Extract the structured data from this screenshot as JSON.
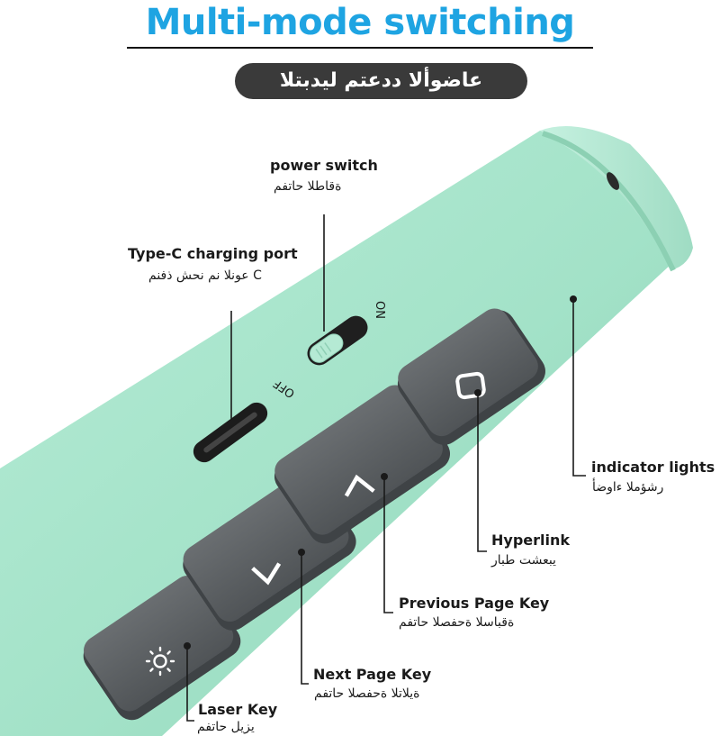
{
  "title": "Multi-mode switching",
  "subtitle": "عاضوألا ددعتم ليدبتلا",
  "switch_labels": {
    "on": "ON",
    "off": "OFF"
  },
  "callouts": {
    "power_switch": {
      "en": "power switch",
      "ar": "ةقاطلا حاتفم"
    },
    "charging_port": {
      "en": "Type-C charging port",
      "ar": "C عونلا نم نحش ذفنم"
    },
    "indicator_lights": {
      "en": "indicator lights",
      "ar": "رشؤملا ءاوضأ"
    },
    "hyperlink": {
      "en": "Hyperlink",
      "ar": "يبعشت طبار"
    },
    "previous_page": {
      "en": "Previous Page Key",
      "ar": "ةقباسلا ةحفصلا حاتفم"
    },
    "next_page": {
      "en": "Next Page Key",
      "ar": "ةيلاتلا ةحفصلا حاتفم"
    },
    "laser": {
      "en": "Laser Key",
      "ar": "يزيل حاتفم"
    }
  },
  "colors": {
    "title": "#1ea4e2",
    "body": "#a8e6cc",
    "body_shadow": "#8fd4b8",
    "key": "#5b5f62",
    "key_dark": "#45494c",
    "pill": "#3a3a3a"
  },
  "icons": [
    "laser-sun-icon",
    "chevron-down-icon",
    "chevron-up-icon",
    "hyperlink-square-icon"
  ]
}
